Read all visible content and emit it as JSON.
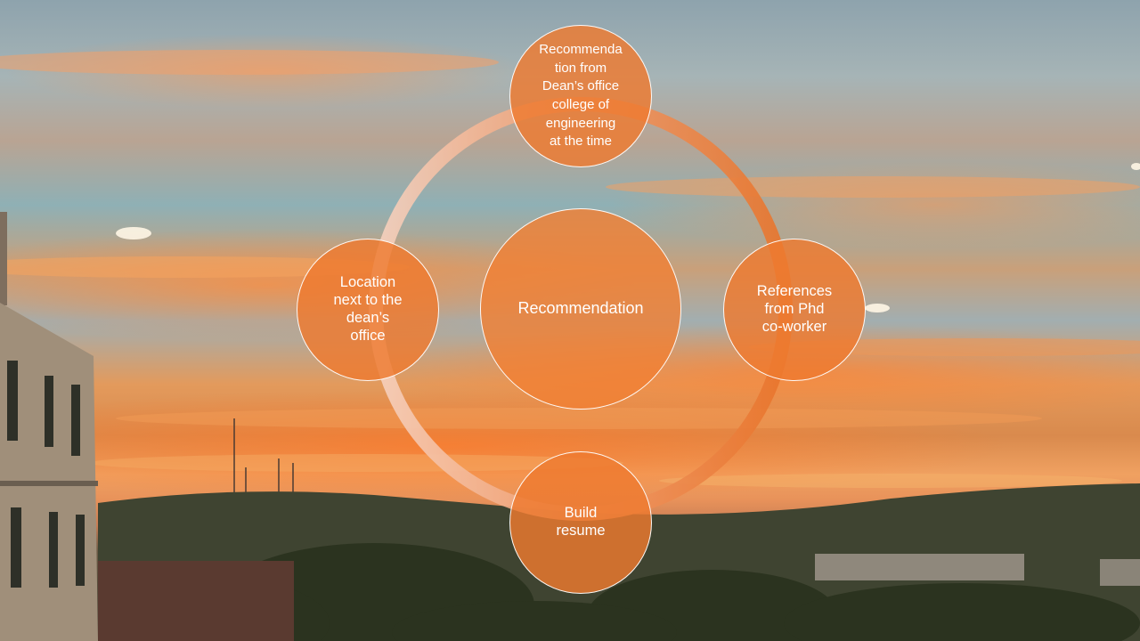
{
  "diagram": {
    "type": "cycle",
    "center": {
      "label": "Recommendation"
    },
    "nodes": {
      "top": "Recommenda\ntion from\nDean’s office\ncollege of\nengineering\nat the time",
      "right": "References\nfrom Phd\nco-worker",
      "bottom": "Build\nresume",
      "left": "Location\nnext to the\ndean’s\noffice"
    }
  },
  "colors": {
    "node_fill": "#ee7a30",
    "ring_dark": "#e8742b",
    "ring_light": "#f6d2c0",
    "node_border": "#ffffff"
  }
}
